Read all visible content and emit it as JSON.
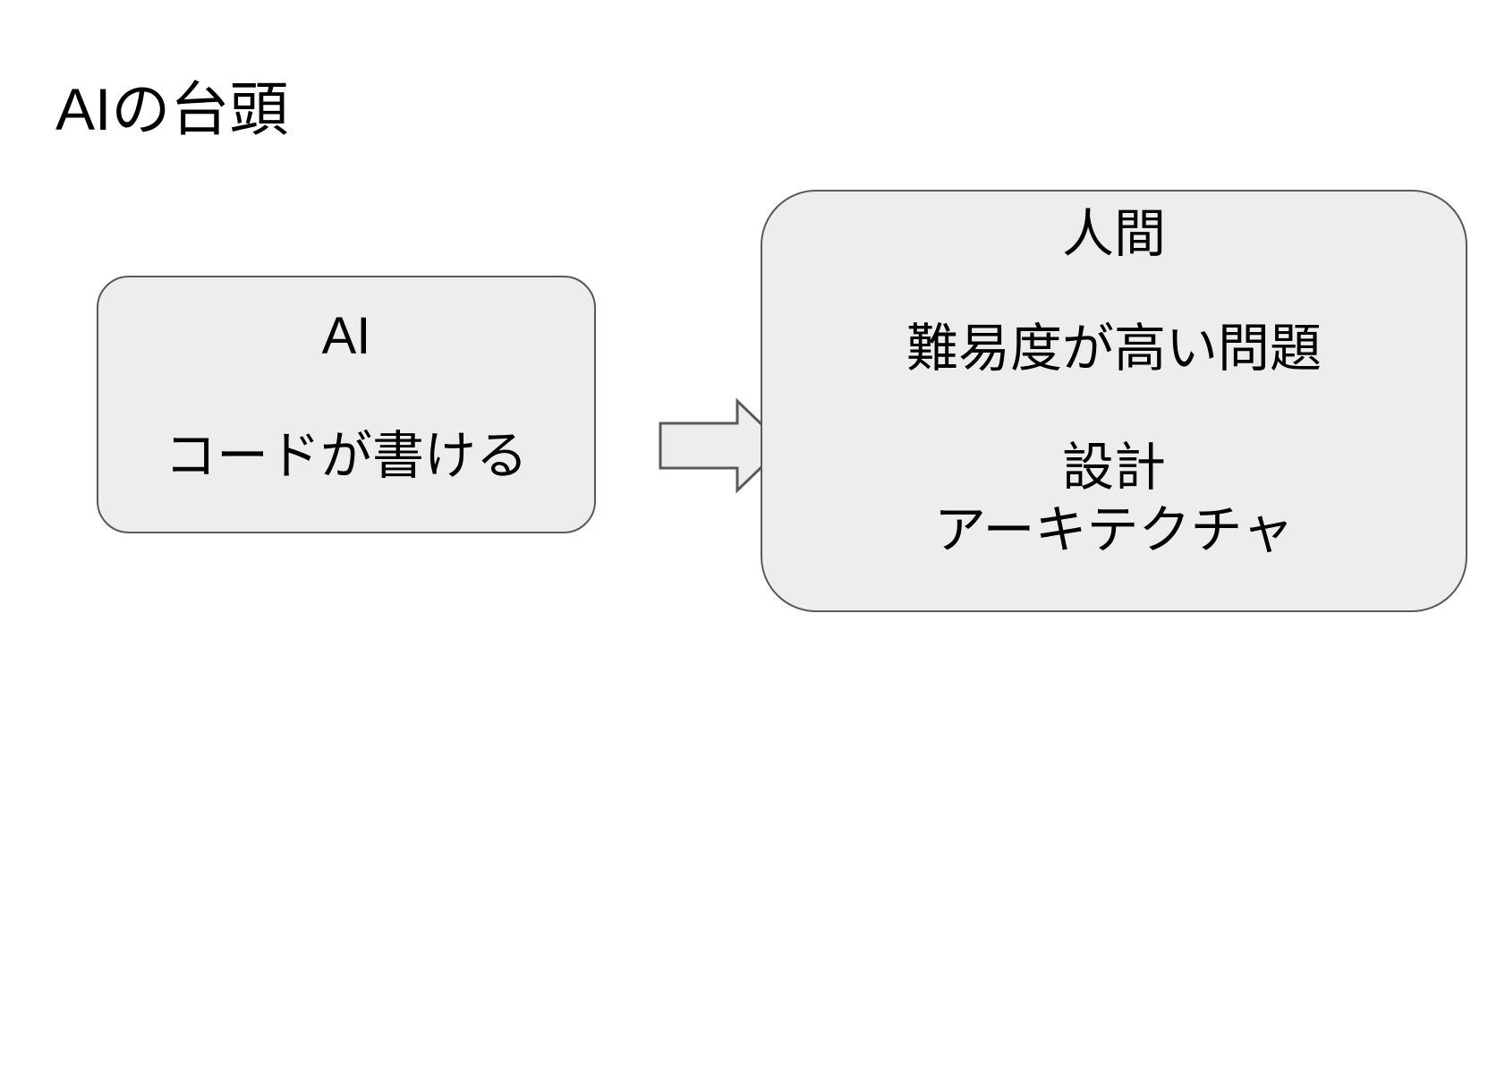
{
  "slide": {
    "title": "AIの台頭",
    "background_color": "#ffffff",
    "shape_fill_color": "#ededed",
    "shape_border_color": "#595959",
    "text_color": "#000000"
  },
  "shapes": {
    "ai_box": {
      "name": "AI",
      "lines": [
        "AI",
        "コードが書ける"
      ]
    },
    "human_box": {
      "name": "人間",
      "lines": [
        "人間",
        "難易度が高い問題",
        "設計",
        "アーキテクチャ"
      ]
    }
  },
  "connector": {
    "icon": "right-block-arrow-icon",
    "direction": "right",
    "from": "AI",
    "to": "人間"
  }
}
